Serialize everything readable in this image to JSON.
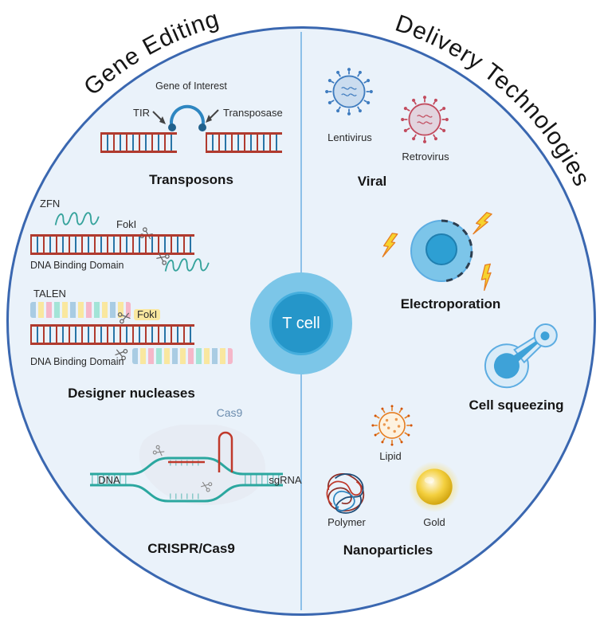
{
  "titles": {
    "left": "Gene Editing",
    "right": "Delivery Technologies"
  },
  "center": {
    "label": "T cell"
  },
  "gene_editing": {
    "transposons": {
      "title": "Transposons",
      "gene_of_interest": "Gene of Interest",
      "tir": "TIR",
      "transposase": "Transposase"
    },
    "designer_nucleases": {
      "title": "Designer nucleases",
      "zfn": "ZFN",
      "talen": "TALEN",
      "foki": "FokI",
      "dna_binding_domain": "DNA Binding Domain"
    },
    "crispr": {
      "title": "CRISPR/Cas9",
      "cas9": "Cas9",
      "dna": "DNA",
      "sgrna": "sgRNA"
    }
  },
  "delivery_technologies": {
    "viral": {
      "title": "Viral",
      "lentivirus": "Lentivirus",
      "retrovirus": "Retrovirus"
    },
    "electroporation": {
      "title": "Electroporation"
    },
    "cell_squeezing": {
      "title": "Cell squeezing"
    },
    "nanoparticles": {
      "title": "Nanoparticles",
      "lipid": "Lipid",
      "polymer": "Polymer",
      "gold": "Gold"
    }
  },
  "colors": {
    "circle_border": "#3a67b0",
    "circle_fill": "#eaf2fa",
    "divider": "#8cc0e8",
    "tcell_outer": "#7cc6e8",
    "tcell_inner": "#2596c9",
    "dna_strand_red": "#b03a2e",
    "teal": "#2ba79f",
    "sgrna_red": "#c0392b",
    "lentivirus_blue": "#3f7cbf",
    "retrovirus_red": "#c24b5e",
    "bolt_yellow": "#f6d32d",
    "gold": "#f1c40f",
    "lipid_orange": "#e67e22",
    "cell_blue": "#7cc5e9"
  }
}
